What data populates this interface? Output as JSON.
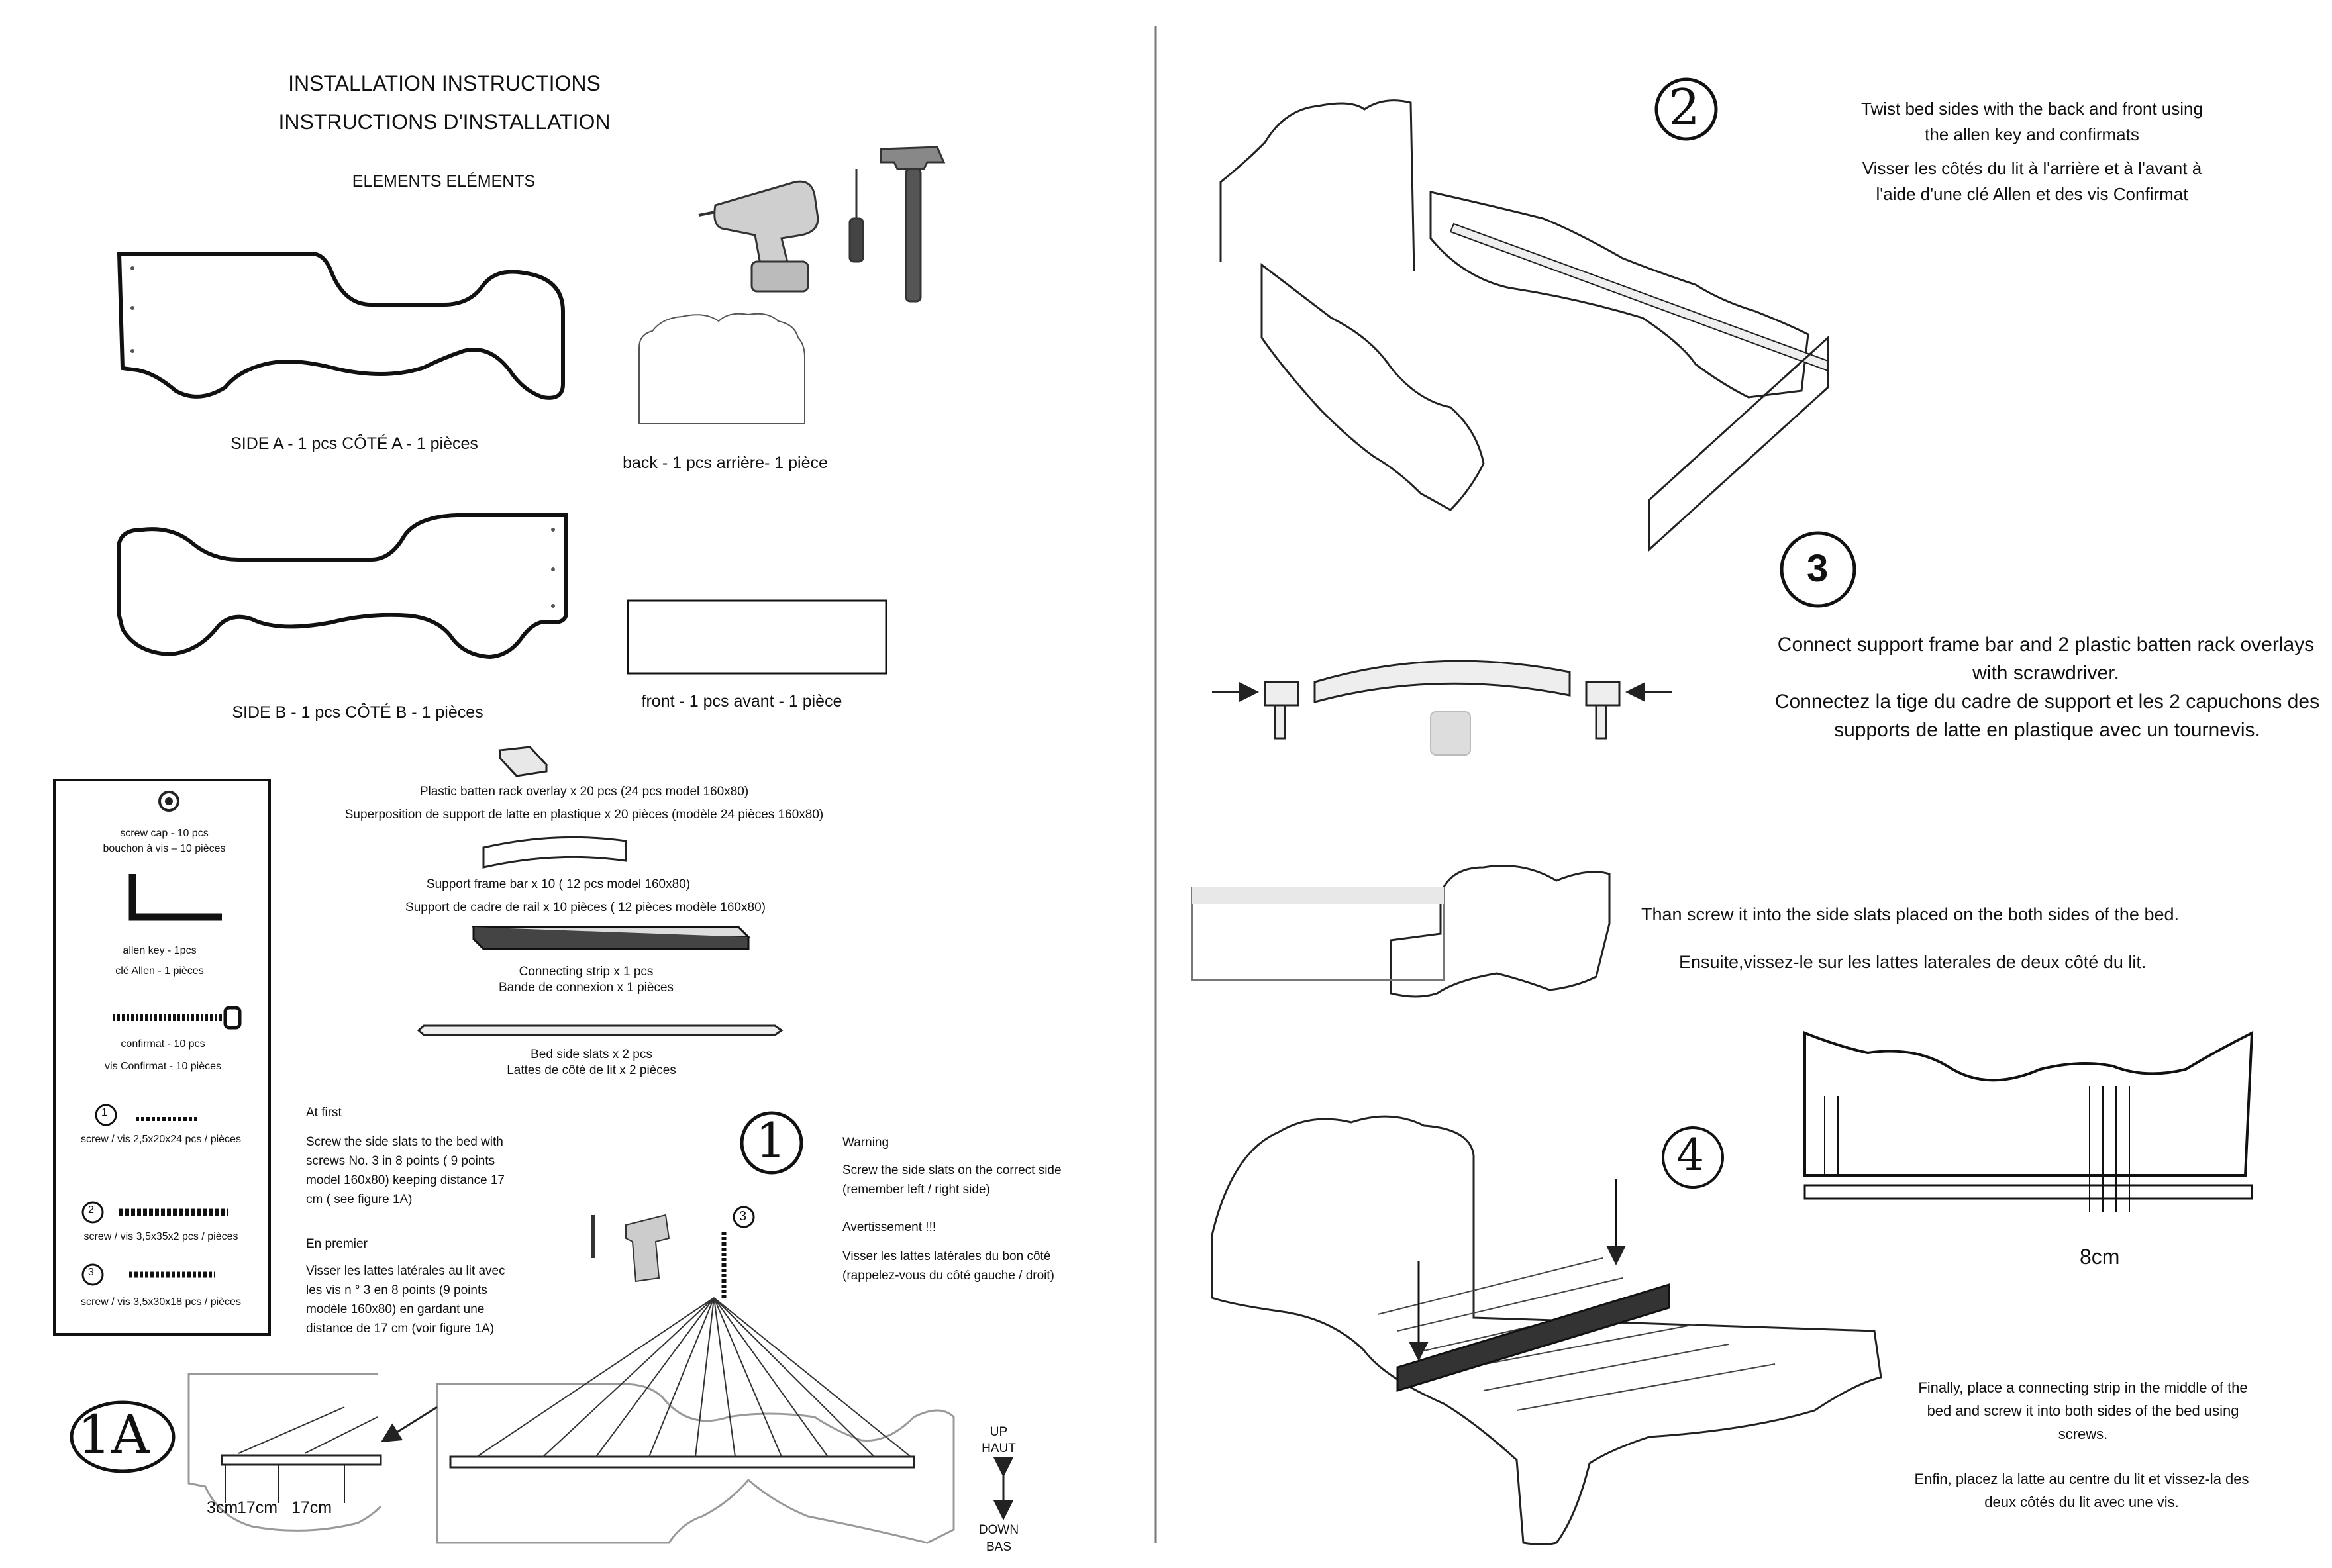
{
  "page": {
    "title_en": "INSTALLATION INSTRUCTIONS",
    "title_fr": "INSTRUCTIONS D'INSTALLATION",
    "elements_heading": "ELEMENTS     ELÉMENTS"
  },
  "parts": {
    "side_a": "SIDE A - 1 pcs     CÔTÉ A - 1 pièces",
    "side_b": "SIDE B - 1 pcs     CÔTÉ B - 1 pièces",
    "back": "back - 1 pcs     arrière- 1 pièce",
    "front": "front - 1 pcs     avant  - 1 pièce",
    "batten_en": "Plastic batten rack overlay x 20 pcs (24 pcs model 160x80)",
    "batten_fr": "Superposition de support de latte en plastique x 20 pièces (modèle 24 pièces 160x80)",
    "frame_en": "Support frame bar x 10 ( 12 pcs model 160x80)",
    "frame_fr": "Support de cadre de rail x 10 pièces ( 12 pièces modèle  160x80)",
    "strip_en": "Connecting strip x 1 pcs",
    "strip_fr": "Bande de connexion x 1 pièces",
    "slats_en": "Bed side slats x 2 pcs",
    "slats_fr": "Lattes de côté de lit x 2 pièces"
  },
  "hardware": {
    "cap_en": "screw cap - 10 pcs",
    "cap_fr": "bouchon à vis – 10 pièces",
    "key_en": "allen key - 1pcs",
    "key_fr": "clé Allen - 1 pièces",
    "confirmat_en": "confirmat - 10 pcs",
    "confirmat_fr": "vis Confirmat - 10 pièces",
    "screw1": "screw / vis 2,5x20x24 pcs / pièces",
    "screw2": "screw / vis 3,5x35x2 pcs / pièces",
    "screw3": "screw / vis 3,5x30x18 pcs / pièces",
    "n1": "1",
    "n2": "2",
    "n3": "3"
  },
  "step1": {
    "number": "1",
    "screw_badge": "3",
    "at_first": "At first",
    "text_en": "Screw the side slats to the bed with screws No. 3 in 8 points ( 9 points model 160x80) keeping distance 17 cm ( see figure 1A)",
    "en_premier": "En premier",
    "text_fr": "Visser les lattes latérales au lit avec les vis n ° 3 en 8 points (9 points modèle 160x80) en gardant une distance de 17 cm (voir figure 1A)",
    "warning": "Warning",
    "warning_en": "Screw the side slats on the correct side (remember left / right side)",
    "avertissement": "Avertissement !!!",
    "warning_fr": "Visser les lattes latérales du bon côté (rappelez-vous du côté gauche / droit)"
  },
  "fig1a": {
    "label": "1A",
    "d1": "3cm",
    "d2": "17cm",
    "d3": "17cm",
    "up": "UP",
    "haut": "HAUT",
    "down": "DOWN",
    "bas": "BAS"
  },
  "step2": {
    "number": "2",
    "text_en": "Twist bed sides with the back and front using the allen key and confirmats",
    "text_fr": "Visser les côtés du lit à l'arrière et à l'avant à l'aide d'une clé Allen et des vis Confirmat"
  },
  "step3": {
    "number": "3",
    "text_en": "Connect support frame bar and 2 plastic batten rack overlays with scrawdriver.",
    "text_fr": "Connectez la tige du cadre de support et les 2 capuchons des supports de latte en plastique avec un tournevis.",
    "then_en": "Than screw it into the side slats placed on the both sides of the bed.",
    "then_fr": "Ensuite,vissez-le sur les lattes laterales de deux côté du lit."
  },
  "step4": {
    "number": "4",
    "dim": "8cm",
    "text_en": "Finally, place a connecting strip in the middle of the bed and screw it into both sides of the bed using screws.",
    "text_fr": "Enfin, placez la latte au centre du lit et vissez-la des deux côtés du lit avec une vis."
  }
}
